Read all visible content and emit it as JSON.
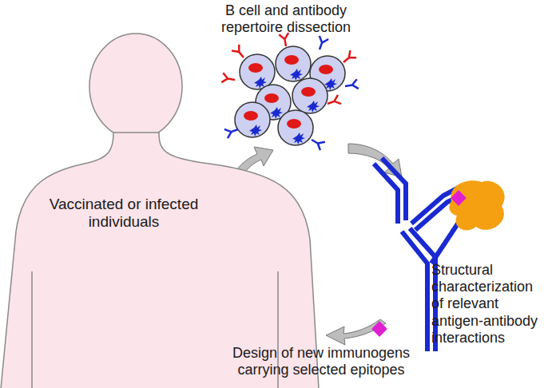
{
  "diagram": {
    "nodes": [
      {
        "text": [
          "Vaccinated or infected individuals"
        ]
      }
    ],
    "labels": [
      "B cell and antibody repertoire dissection",
      "Structural characterization of relevant antigen-antibody interactions",
      "Design of new immunogens carrying selected epitopes"
    ]
  }
}
